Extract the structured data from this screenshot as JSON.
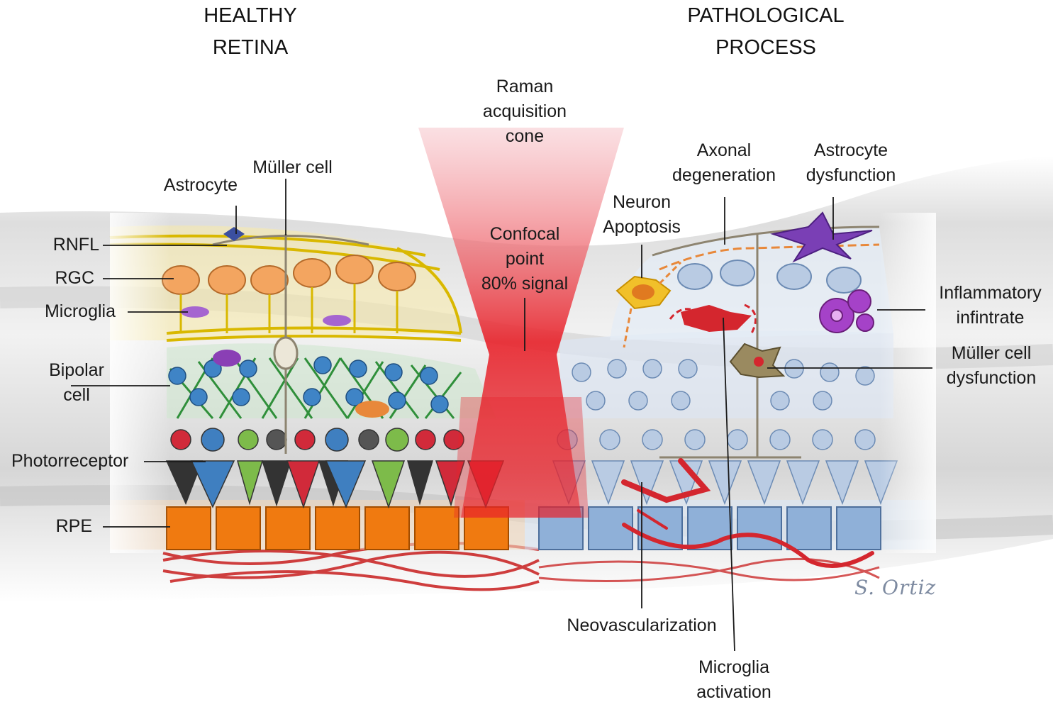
{
  "headings": {
    "healthy": [
      "HEALTHY",
      "RETINA"
    ],
    "pathological": [
      "PATHOLOGICAL",
      "PROCESS"
    ]
  },
  "center": {
    "raman_cone": [
      "Raman",
      "acquisition",
      "cone"
    ],
    "confocal": [
      "Confocal",
      "point",
      "80% signal"
    ]
  },
  "healthy_labels": {
    "rnfl": "RNFL",
    "rgc": "RGC",
    "microglia": "Microglia",
    "bipolar": [
      "Bipolar",
      "cell"
    ],
    "photoreceptor": "Photorreceptor",
    "rpe": "RPE",
    "astrocyte": "Astrocyte",
    "muller": "Müller cell"
  },
  "pathology_labels": {
    "axonal": [
      "Axonal",
      "degeneration"
    ],
    "astro_dys": [
      "Astrocyte",
      "dysfunction"
    ],
    "neuron_apoptosis": [
      "Neuron",
      "Apoptosis"
    ],
    "inflammatory": [
      "Inflammatory",
      "infintrate"
    ],
    "muller_dys": [
      "Müller cell",
      "dysfunction"
    ],
    "neovascularization": "Neovascularization",
    "microglia_activation": [
      "Microglia",
      "activation"
    ]
  },
  "signature": "S. Ortiz",
  "colors": {
    "rnfl": "#e8d200",
    "rgc": "#f3a560",
    "bipolar": "#2f8f3a",
    "rpe_healthy": "#f07a10",
    "rpe_patho": "#8fb0d8",
    "cell_patho": "#b9cbe3",
    "vessel": "#c81e1e",
    "cone": "#e8222a"
  }
}
